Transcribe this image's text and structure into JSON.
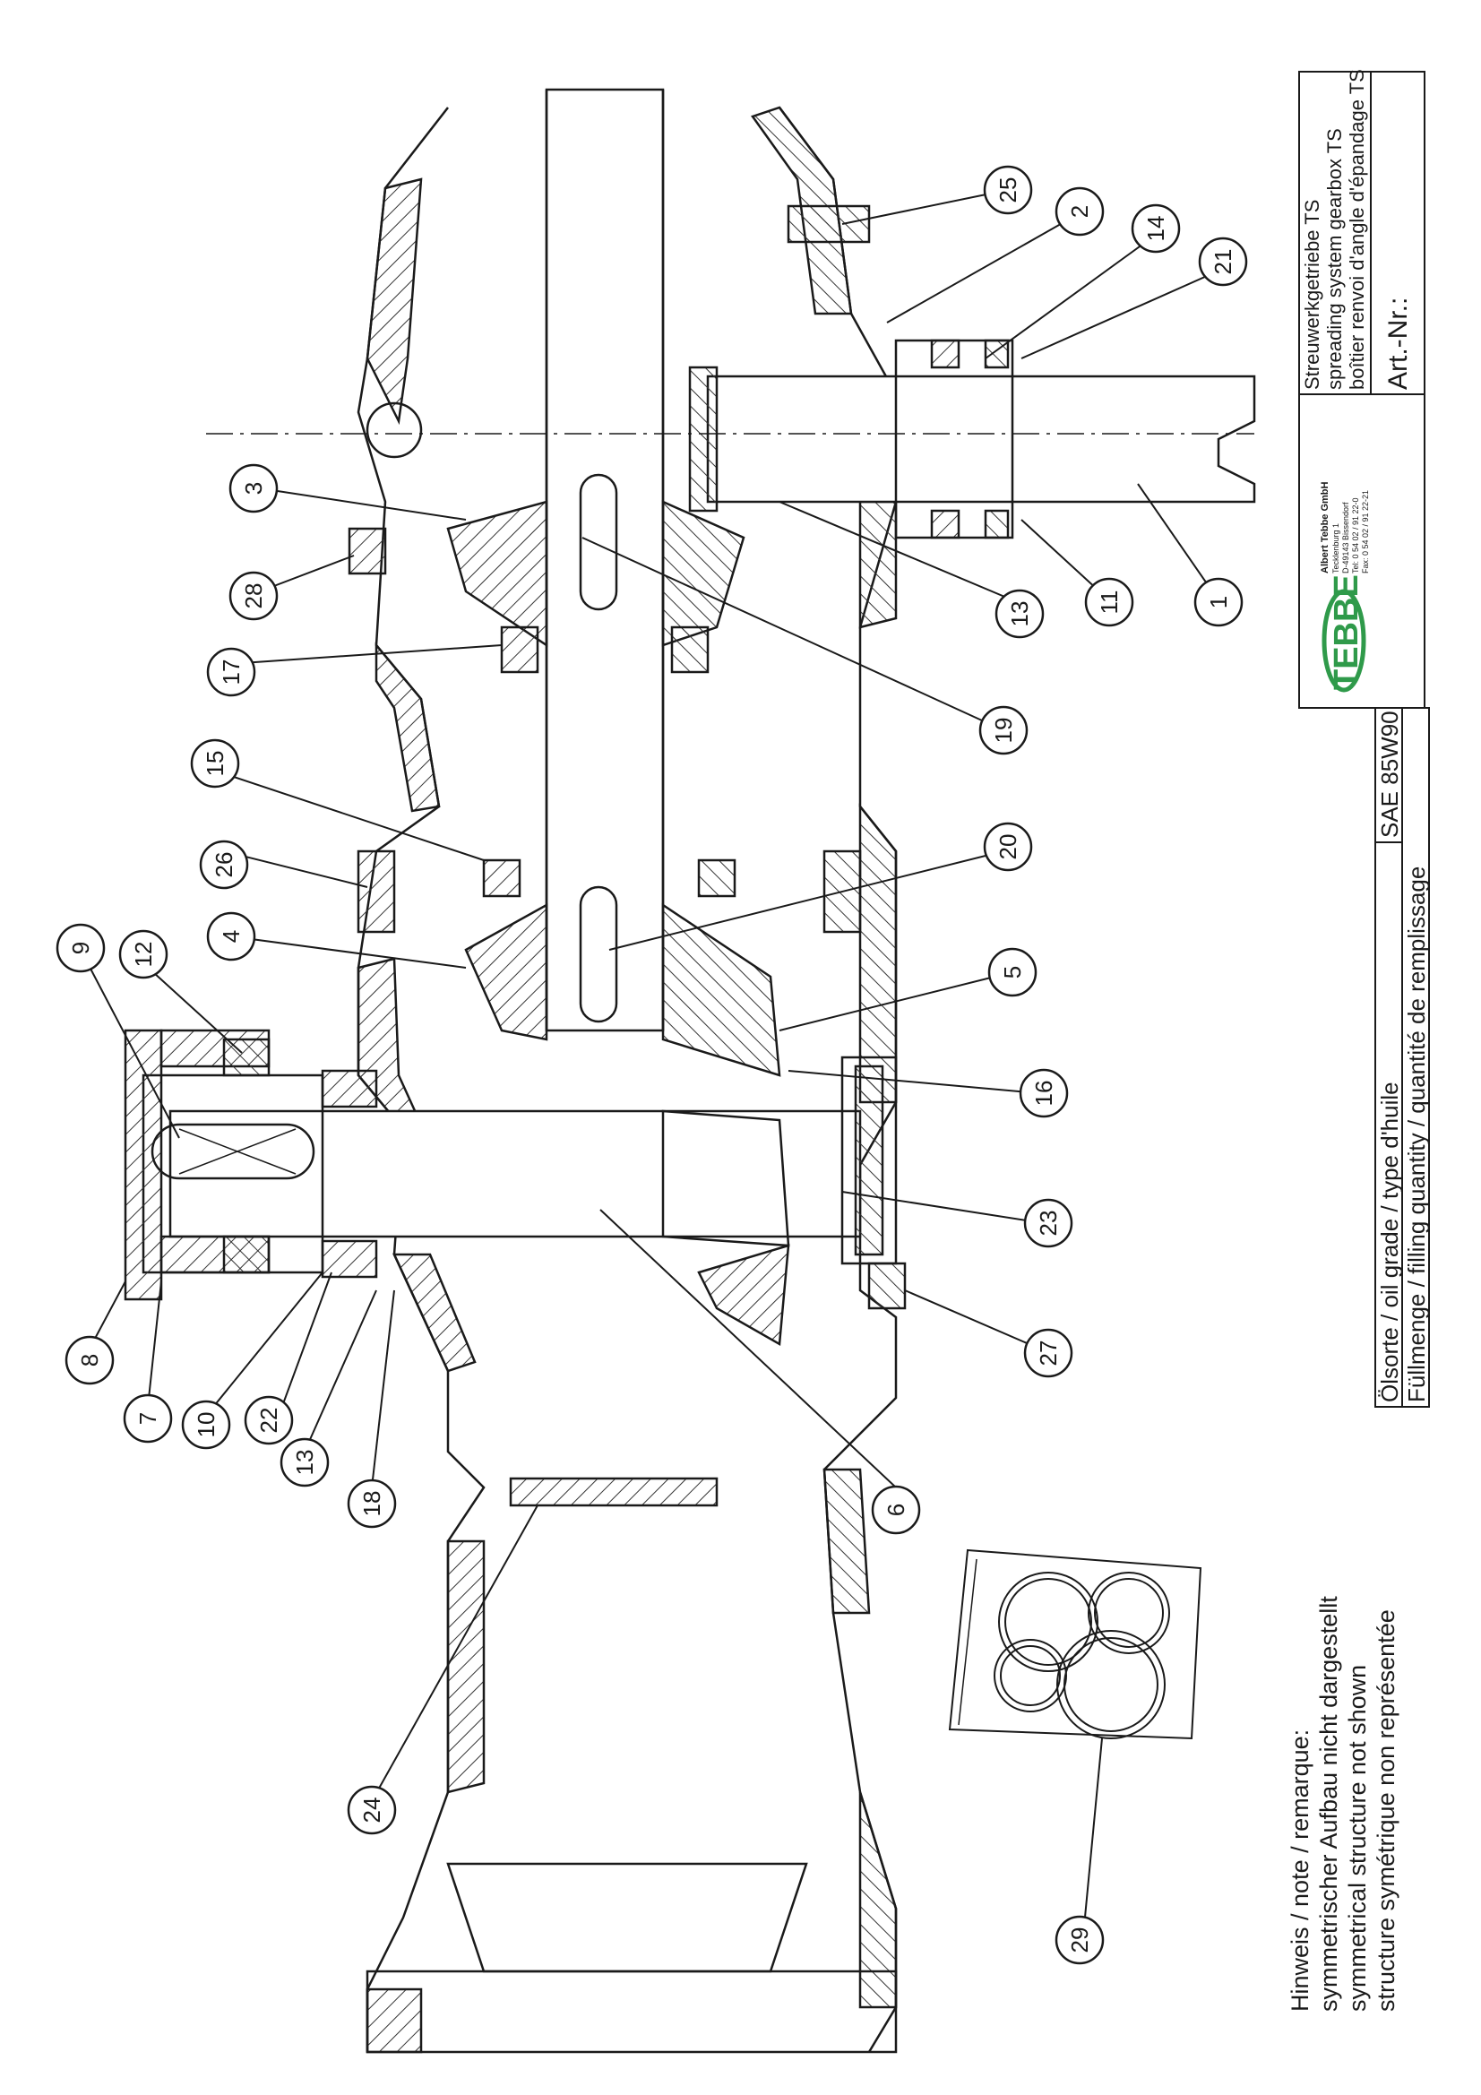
{
  "note": {
    "heading": "Hinweis / note / remarque:",
    "lines": [
      "symmetrischer Aufbau nicht dargestellt",
      "symmetrical structure not shown",
      "structure symétrique non représentée"
    ]
  },
  "oil": {
    "grade_label": "Ölsorte / oil grade / type d'huile",
    "grade_value": "SAE 85W90",
    "filling_label": "Füllmenge / filling quantity / quantité de remplissage",
    "filling_value": ""
  },
  "title_block": {
    "product_de": "Streuwerkgetriebe TS",
    "product_en": "spreading system gearbox TS",
    "product_fr": "boîtier renvoi d'angle d'épandage TS",
    "art_no_label": "Art.-Nr.:",
    "art_no_value": "",
    "company": "Albert Tebbe GmbH",
    "address_1": "Tecklenburg 1",
    "address_2": "D-49143 Bissendorf",
    "phone": "Tel: 0 54 02 / 91 22-0",
    "fax": "Fax: 0 54 02 / 91 22-21",
    "logo_text": "TEBBE"
  },
  "colors": {
    "line": "#1a1a1a",
    "logo_green": "#2f9a4a",
    "hatch": "#333333"
  },
  "callouts": [
    {
      "n": "1"
    },
    {
      "n": "2"
    },
    {
      "n": "3"
    },
    {
      "n": "4"
    },
    {
      "n": "5"
    },
    {
      "n": "6"
    },
    {
      "n": "7"
    },
    {
      "n": "8"
    },
    {
      "n": "9"
    },
    {
      "n": "10"
    },
    {
      "n": "11"
    },
    {
      "n": "12"
    },
    {
      "n": "13"
    },
    {
      "n": "13"
    },
    {
      "n": "14"
    },
    {
      "n": "15"
    },
    {
      "n": "16"
    },
    {
      "n": "17"
    },
    {
      "n": "18"
    },
    {
      "n": "19"
    },
    {
      "n": "20"
    },
    {
      "n": "21"
    },
    {
      "n": "22"
    },
    {
      "n": "23"
    },
    {
      "n": "24"
    },
    {
      "n": "25"
    },
    {
      "n": "26"
    },
    {
      "n": "27"
    },
    {
      "n": "28"
    },
    {
      "n": "29"
    }
  ]
}
